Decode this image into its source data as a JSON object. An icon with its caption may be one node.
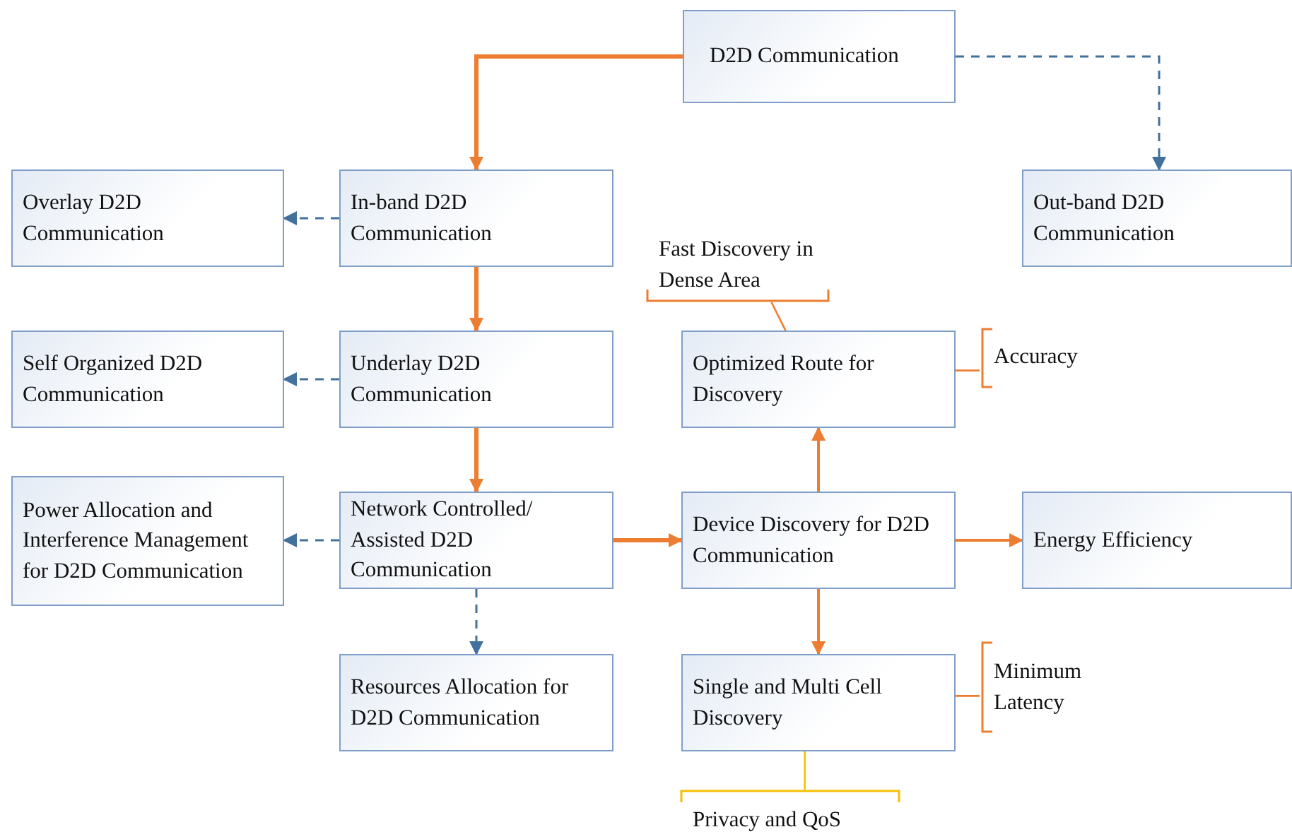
{
  "diagram": {
    "nodes": [
      {
        "text": [
          "D2D Communication"
        ]
      },
      {
        "text": [
          "In-band D2D Communication"
        ]
      },
      {
        "text": [
          "Out-band D2D Communication"
        ]
      },
      {
        "text": [
          "Overlay D2D Communication"
        ]
      },
      {
        "text": [
          "Self Organized D2D Communication"
        ]
      },
      {
        "text": [
          "Underlay D2D Communication"
        ]
      },
      {
        "text": [
          "Power Allocation and Interference Management for D2D Communication"
        ]
      },
      {
        "text": [
          "Network Controlled/ Assisted D2D Communication"
        ]
      },
      {
        "text": [
          "Resources Allocation for D2D Communication"
        ]
      },
      {
        "text": [
          "Optimized Route for Discovery"
        ]
      },
      {
        "text": [
          "Device Discovery for D2D Communication"
        ]
      },
      {
        "text": [
          "Energy Efficiency"
        ]
      },
      {
        "text": [
          "Single and Multi Cell Discovery"
        ]
      },
      {
        "text": [
          "Fast Discovery in Dense Area"
        ]
      },
      {
        "text": [
          "Accuracy"
        ]
      },
      {
        "text": [
          "Minimum Latency"
        ]
      },
      {
        "text": [
          "Privacy and QoS"
        ]
      }
    ],
    "edges": [
      {
        "from": 0,
        "to": 1,
        "arrow": "to",
        "style": "thick"
      },
      {
        "from": 0,
        "to": 2,
        "arrow": "to",
        "style": "dashed",
        "color": "#41719c"
      },
      {
        "from": 1,
        "to": 3,
        "arrow": "to",
        "style": "dashed",
        "color": "#41719c"
      },
      {
        "from": 1,
        "to": 5,
        "arrow": "to",
        "style": "thick"
      },
      {
        "from": 5,
        "to": 4,
        "arrow": "to",
        "style": "dashed",
        "color": "#41719c"
      },
      {
        "from": 5,
        "to": 7,
        "arrow": "to",
        "style": "thick"
      },
      {
        "from": 7,
        "to": 6,
        "arrow": "to",
        "style": "dashed",
        "color": "#41719c"
      },
      {
        "from": 7,
        "to": 8,
        "arrow": "to",
        "style": "dashed",
        "color": "#41719c"
      },
      {
        "from": 7,
        "to": 10,
        "arrow": "to",
        "style": "thick"
      },
      {
        "from": 10,
        "to": 9,
        "arrow": "to"
      },
      {
        "from": 10,
        "to": 11,
        "arrow": "to"
      },
      {
        "from": 10,
        "to": 12,
        "arrow": "to"
      },
      {
        "from": 9,
        "to": 13,
        "arrow": "none"
      },
      {
        "from": 9,
        "to": 14,
        "arrow": "none"
      },
      {
        "from": 12,
        "to": 15,
        "arrow": "none"
      },
      {
        "from": 12,
        "to": 16,
        "arrow": "none",
        "color": "#f5c000"
      }
    ]
  }
}
